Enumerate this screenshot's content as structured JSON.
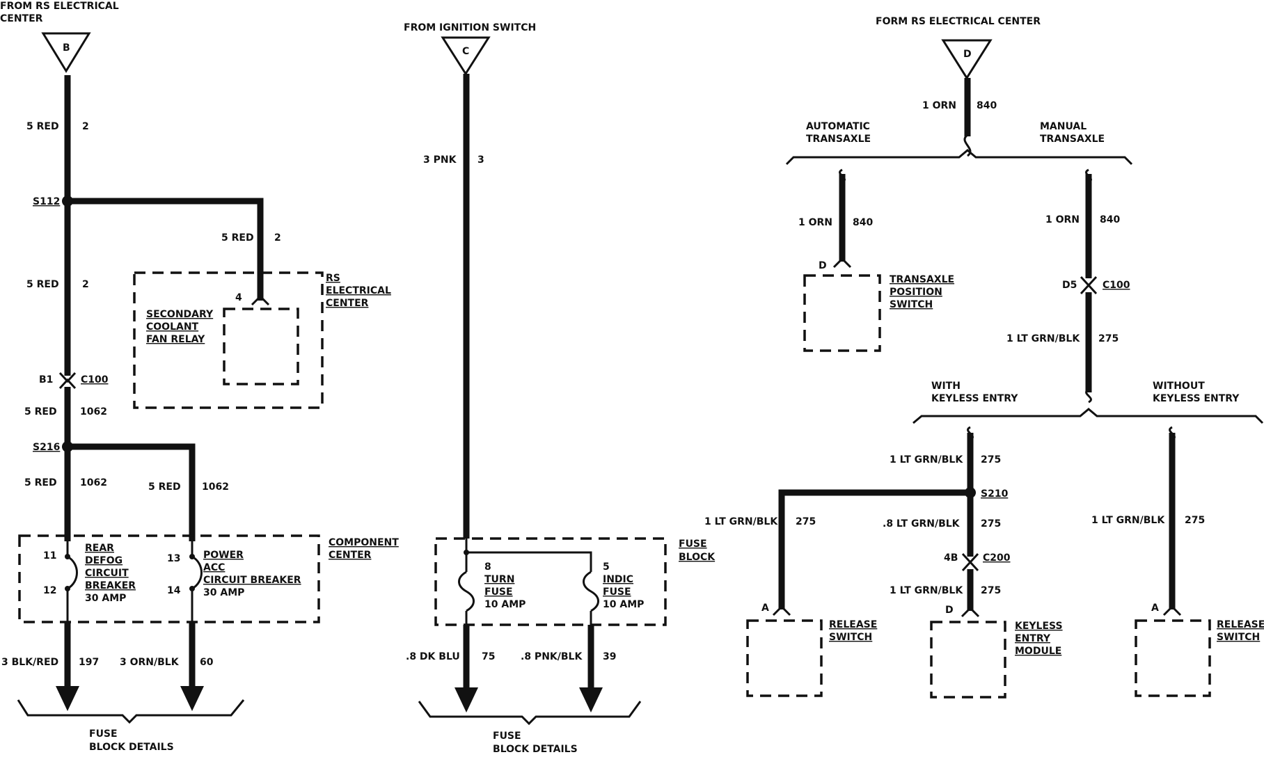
{
  "left": {
    "source": [
      "FROM RS ELECTRICAL",
      "CENTER"
    ],
    "connector": "B",
    "w_top": {
      "gauge": "5 RED",
      "circuit": "2"
    },
    "splice1": "S112",
    "w_branch": {
      "gauge": "5 RED",
      "circuit": "2"
    },
    "w_mid": {
      "gauge": "5 RED",
      "circuit": "2"
    },
    "rs_center": [
      "RS",
      "ELECTRICAL",
      "CENTER"
    ],
    "relay": [
      "SECONDARY",
      "COOLANT",
      "FAN RELAY"
    ],
    "relay_pin": "4",
    "c100_pin": "B1",
    "c100": "C100",
    "w_after_c100": {
      "gauge": "5 RED",
      "circuit": "1062"
    },
    "splice2": "S216",
    "w_left": {
      "gauge": "5 RED",
      "circuit": "1062"
    },
    "w_right": {
      "gauge": "5 RED",
      "circuit": "1062"
    },
    "component_center": [
      "COMPONENT",
      "CENTER"
    ],
    "cb1": {
      "pin_in": "11",
      "pin_out": "12",
      "label": [
        "REAR",
        "DEFOG",
        "CIRCUIT",
        "BREAKER"
      ],
      "amp": "30 AMP"
    },
    "cb2": {
      "pin_in": "13",
      "pin_out": "14",
      "label": [
        "POWER",
        "ACC",
        "CIRCUIT BREAKER"
      ],
      "amp": "30 AMP"
    },
    "out1": {
      "gauge": "3 BLK/RED",
      "circuit": "197"
    },
    "out2": {
      "gauge": "3 ORN/BLK",
      "circuit": "60"
    },
    "footer": [
      "FUSE",
      "BLOCK DETAILS"
    ]
  },
  "middle": {
    "source": "FROM IGNITION SWITCH",
    "connector": "C",
    "w_main": {
      "gauge": "3 PNK",
      "circuit": "3"
    },
    "fuse_block": [
      "FUSE",
      "BLOCK"
    ],
    "fuse1": {
      "num": "8",
      "label": [
        "TURN",
        "FUSE"
      ],
      "amp": "10 AMP"
    },
    "fuse2": {
      "num": "5",
      "label": [
        "INDIC",
        "FUSE"
      ],
      "amp": "10 AMP"
    },
    "out1": {
      "gauge": ".8 DK BLU",
      "circuit": "75"
    },
    "out2": {
      "gauge": ".8 PNK/BLK",
      "circuit": "39"
    },
    "footer": [
      "FUSE",
      "BLOCK DETAILS"
    ]
  },
  "right": {
    "source": "FORM RS ELECTRICAL CENTER",
    "connector": "D",
    "w_top": {
      "gauge": "1 ORN",
      "circuit": "840"
    },
    "auto": [
      "AUTOMATIC",
      "TRANSAXLE"
    ],
    "manual": [
      "MANUAL",
      "TRANSAXLE"
    ],
    "w_auto": {
      "gauge": "1 ORN",
      "circuit": "840"
    },
    "tps_pin": "D",
    "tps": [
      "TRANSAXLE",
      "POSITION",
      "SWITCH"
    ],
    "w_manual": {
      "gauge": "1 ORN",
      "circuit": "840"
    },
    "c100_pin": "D5",
    "c100": "C100",
    "w_after_c100": {
      "gauge": "1 LT GRN/BLK",
      "circuit": "275"
    },
    "with_ke": [
      "WITH",
      "KEYLESS ENTRY"
    ],
    "without_ke": [
      "WITHOUT",
      "KEYLESS ENTRY"
    ],
    "w_with": {
      "gauge": "1 LT GRN/BLK",
      "circuit": "275"
    },
    "splice": "S210",
    "w_rel1": {
      "gauge": "1 LT GRN/BLK",
      "circuit": "275"
    },
    "w_c200": {
      "gauge": ".8  LT GRN/BLK",
      "circuit": "275"
    },
    "c200_pin": "4B",
    "c200": "C200",
    "w_after_c200": {
      "gauge": "1 LT GRN/BLK",
      "circuit": "275"
    },
    "w_without": {
      "gauge": "1 LT GRN/BLK",
      "circuit": "275"
    },
    "rel1_pin": "A",
    "rel1": [
      "RELEASE",
      "SWITCH"
    ],
    "kem_pin": "D",
    "kem": [
      "KEYLESS",
      "ENTRY",
      "MODULE"
    ],
    "rel2_pin": "A",
    "rel2": [
      "RELEASE",
      "SWITCH"
    ]
  }
}
